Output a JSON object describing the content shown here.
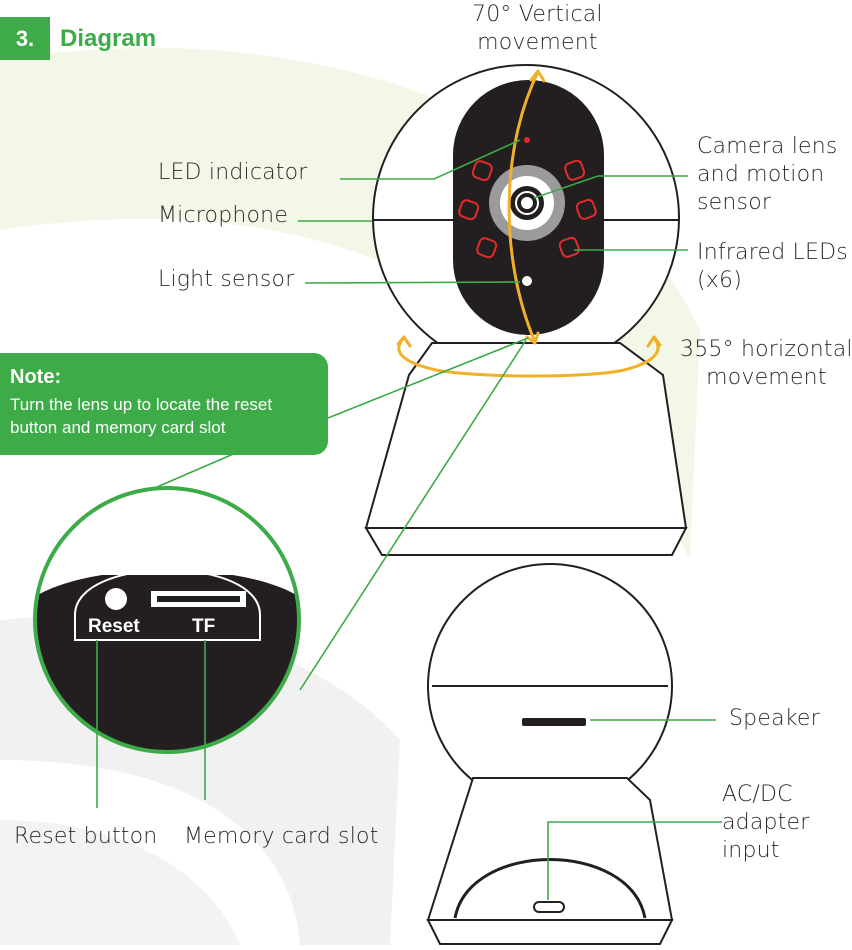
{
  "header": {
    "number": "3.",
    "title": "Diagram"
  },
  "labels": {
    "vertical": [
      "70° Vertical",
      "movement"
    ],
    "led_indicator": "LED indicator",
    "microphone": "Microphone",
    "light_sensor": "Light sensor",
    "camera_lens": [
      "Camera lens",
      "and motion",
      "sensor"
    ],
    "infrared": [
      "Infrared LEDs",
      "(x6)"
    ],
    "horizontal": [
      "355° horizontal",
      "movement"
    ],
    "speaker": "Speaker",
    "ac_dc": [
      "AC/DC",
      "adapter",
      "input"
    ],
    "reset_button": "Reset button",
    "memory_card_slot": "Memory card slot"
  },
  "note": {
    "title": "Note:",
    "body": "Turn the lens up to locate the reset button and memory card slot"
  },
  "inset": {
    "reset": "Reset",
    "tf": "TF"
  },
  "colors": {
    "accent": "#3dab48",
    "orange": "#f0b02a",
    "led_red": "#e32b2b",
    "dark": "#231f20",
    "line": "#231f20"
  }
}
